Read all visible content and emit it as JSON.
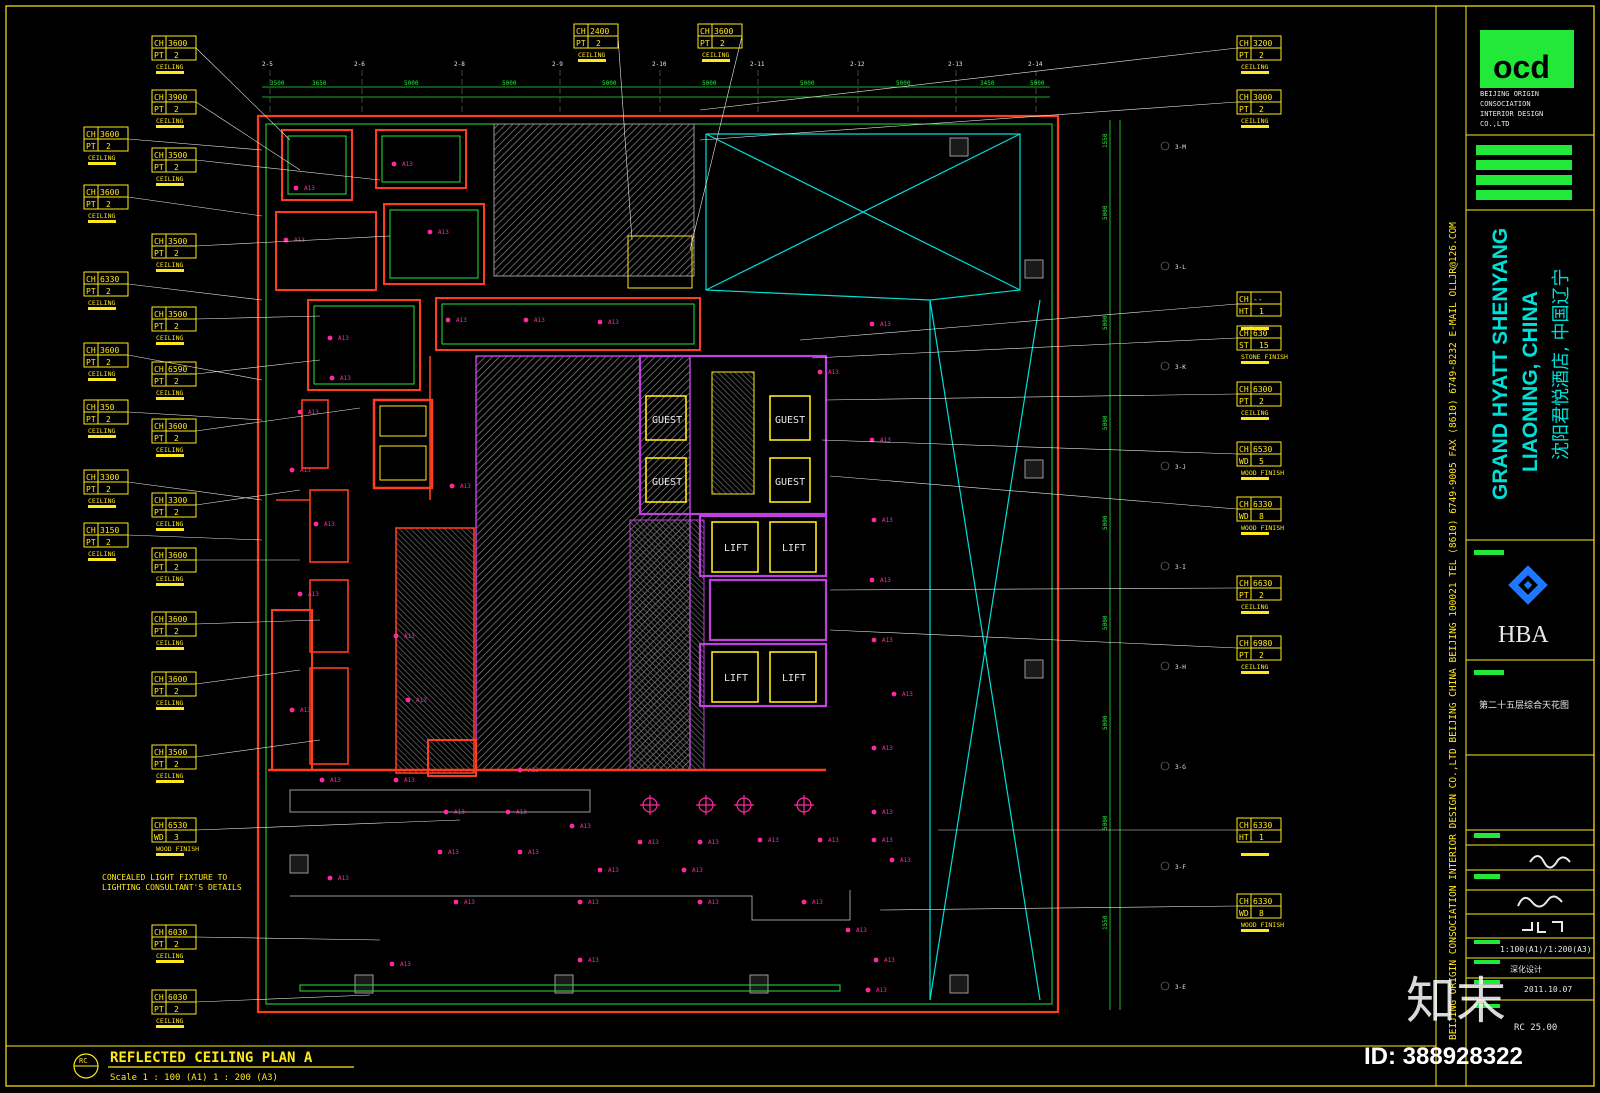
{
  "plan": {
    "title": "REFLECTED CEILING PLAN  A",
    "scale": "Scale 1 : 100 (A1) 1 : 200 (A3)",
    "marker": "RC"
  },
  "grid": {
    "top_labels": [
      "2-5",
      "2-6",
      "2-8",
      "2-9",
      "2-10",
      "2-11",
      "2-12",
      "2-13",
      "2-14"
    ],
    "top_dims": [
      "3500",
      "3650",
      "5000",
      "5000",
      "5000",
      "5000",
      "5000",
      "5000",
      "3450",
      "5000"
    ],
    "right_labels": [
      "3-M",
      "3-L",
      "3-K",
      "3-J",
      "3-I",
      "3-H",
      "3-G",
      "3-F",
      "3-E"
    ],
    "right_dims": [
      "1550",
      "5000",
      "5000",
      "5000",
      "5000",
      "5000",
      "5000",
      "5000",
      "1550"
    ]
  },
  "rooms": {
    "guest": "GUEST",
    "lift": "LIFT"
  },
  "tags_left_outer": [
    {
      "l1": "CH",
      "v1": "3600",
      "l2": "PT",
      "v2": "2",
      "note": "CEILING"
    },
    {
      "l1": "CH",
      "v1": "3600",
      "l2": "PT",
      "v2": "2",
      "note": "CEILING"
    },
    {
      "l1": "CH",
      "v1": "6330",
      "l2": "PT",
      "v2": "2",
      "note": "CEILING"
    },
    {
      "l1": "CH",
      "v1": "3600",
      "l2": "PT",
      "v2": "2",
      "note": "CEILING"
    },
    {
      "l1": "CH",
      "v1": "350",
      "l2": "PT",
      "v2": "2",
      "note": "CEILING"
    },
    {
      "l1": "CH",
      "v1": "3300",
      "l2": "PT",
      "v2": "2",
      "note": "CEILING"
    },
    {
      "l1": "CH",
      "v1": "3150",
      "l2": "PT",
      "v2": "2",
      "note": "CEILING"
    }
  ],
  "tags_left_inner": [
    {
      "l1": "CH",
      "v1": "3600",
      "l2": "PT",
      "v2": "2",
      "note": "CEILING"
    },
    {
      "l1": "CH",
      "v1": "3900",
      "l2": "PT",
      "v2": "2",
      "note": "CEILING"
    },
    {
      "l1": "CH",
      "v1": "3500",
      "l2": "PT",
      "v2": "2",
      "note": "CEILING"
    },
    {
      "l1": "CH",
      "v1": "3500",
      "l2": "PT",
      "v2": "2",
      "note": "CEILING"
    },
    {
      "l1": "CH",
      "v1": "3500",
      "l2": "PT",
      "v2": "2",
      "note": "CEILING"
    },
    {
      "l1": "CH",
      "v1": "6590",
      "l2": "PT",
      "v2": "2",
      "note": "CEILING"
    },
    {
      "l1": "CH",
      "v1": "3600",
      "l2": "PT",
      "v2": "2",
      "note": "CEILING"
    },
    {
      "l1": "CH",
      "v1": "3300",
      "l2": "PT",
      "v2": "2",
      "note": "CEILING"
    },
    {
      "l1": "CH",
      "v1": "3600",
      "l2": "PT",
      "v2": "2",
      "note": "CEILING"
    },
    {
      "l1": "CH",
      "v1": "3600",
      "l2": "PT",
      "v2": "2",
      "note": "CEILING"
    },
    {
      "l1": "CH",
      "v1": "3600",
      "l2": "PT",
      "v2": "2",
      "note": "CEILING"
    },
    {
      "l1": "CH",
      "v1": "3500",
      "l2": "PT",
      "v2": "2",
      "note": "CEILING"
    },
    {
      "l1": "CH",
      "v1": "6530",
      "l2": "WD",
      "v2": "3",
      "note": "WOOD FINISH"
    },
    {
      "l1": "CH",
      "v1": "6030",
      "l2": "PT",
      "v2": "2",
      "note": "CEILING"
    },
    {
      "l1": "CH",
      "v1": "6030",
      "l2": "PT",
      "v2": "2",
      "note": "CEILING"
    }
  ],
  "tags_top": [
    {
      "l1": "CH",
      "v1": "2400",
      "l2": "PT",
      "v2": "2",
      "note": "CEILING"
    },
    {
      "l1": "CH",
      "v1": "3600",
      "l2": "PT",
      "v2": "2",
      "note": "CEILING"
    }
  ],
  "tags_right": [
    {
      "l1": "CH",
      "v1": "3200",
      "l2": "PT",
      "v2": "2",
      "note": "CEILING"
    },
    {
      "l1": "CH",
      "v1": "3000",
      "l2": "PT",
      "v2": "2",
      "note": "CEILING"
    },
    {
      "l1": "CH",
      "v1": "--",
      "l2": "HT",
      "v2": "1",
      "note": ""
    },
    {
      "l1": "CH",
      "v1": "630",
      "l2": "ST",
      "v2": "15",
      "note": "STONE FINISH"
    },
    {
      "l1": "CH",
      "v1": "6300",
      "l2": "PT",
      "v2": "2",
      "note": "CEILING"
    },
    {
      "l1": "CH",
      "v1": "6530",
      "l2": "WD",
      "v2": "5",
      "note": "WOOD FINISH"
    },
    {
      "l1": "CH",
      "v1": "6330",
      "l2": "WD",
      "v2": "8",
      "note": "WOOD FINISH"
    },
    {
      "l1": "CH",
      "v1": "6630",
      "l2": "PT",
      "v2": "2",
      "note": "CEILING"
    },
    {
      "l1": "CH",
      "v1": "6980",
      "l2": "PT",
      "v2": "2",
      "note": "CEILING"
    },
    {
      "l1": "CH",
      "v1": "6330",
      "l2": "HT",
      "v2": "1",
      "note": ""
    },
    {
      "l1": "CH",
      "v1": "6330",
      "l2": "WD",
      "v2": "8",
      "note": "WOOD FINISH"
    }
  ],
  "notes": {
    "concealed_1": "CONCEALED LIGHT FIXTURE TO",
    "concealed_2": "LIGHTING CONSULTANT'S DETAILS"
  },
  "fixture_label": "A13",
  "title_block": {
    "firm_logo": "ocd",
    "firm_name_1": "BEIJING ORIGIN",
    "firm_name_2": "CONSOCIATION",
    "firm_name_3": "INTERIOR DESIGN",
    "firm_name_4": "CO.,LTD",
    "vertical_firm": "BEIJING ORIGIN CONSOCIATION  INTERIOR DESIGN  CO.,LTD  BEIJING CHINA  BEIJING 100021  TEL (8610) 6749-9005  FAX (8610) 6749-8232  E-MAIL  OLLJR@126.COM",
    "project_1": "GRAND HYATT SHENYANG",
    "project_2": "LIAONING, CHINA",
    "project_cn": "沈阳君悦酒店, 中国辽宁",
    "consultant": "HBA",
    "drawing_title": "第二十五层综合天花图",
    "scale": "1:100(A1)/1:200(A3)",
    "stage": "深化设计",
    "date": "2011.10.07",
    "drawing_no": "RC 25.00"
  },
  "watermark": {
    "brand": "知末",
    "id": "ID: 388928322"
  },
  "colors": {
    "background": "#000000",
    "frame": "#ffe81a",
    "wall_red": "#ff3c1e",
    "magenta": "#ff2aa0",
    "purple": "#c040e0",
    "cyan": "#00e0d8",
    "green": "#22e83a",
    "hatch": "#8a8a8a"
  }
}
